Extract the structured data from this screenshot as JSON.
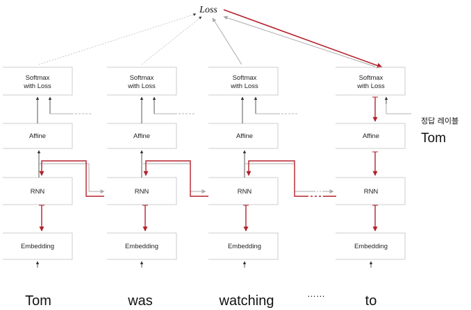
{
  "loss_label": "Loss",
  "layers": {
    "softmax_line1": "Softmax",
    "softmax_line2": "with Loss",
    "affine": "Affine",
    "rnn": "RNN",
    "embedding": "Embedding"
  },
  "columns": [
    {
      "word": "Tom"
    },
    {
      "word": "was"
    },
    {
      "word": "watching"
    },
    {
      "word": "to"
    }
  ],
  "ellipsis": "……",
  "answer_label": {
    "korean": "정답 레이블",
    "word": "Tom"
  },
  "colors": {
    "forward": "#444444",
    "backward": "#b3202a",
    "dashed": "#999999",
    "box_border": "#cccccc"
  }
}
